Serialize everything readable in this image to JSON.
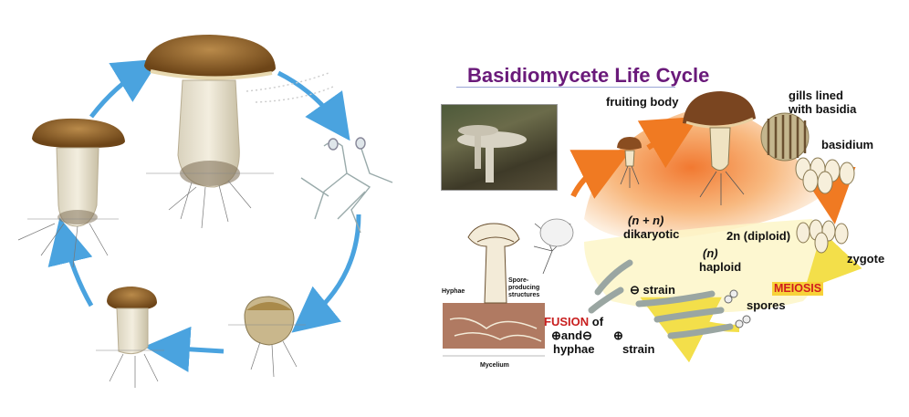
{
  "title": "Basidiomycete Life Cycle",
  "labels": {
    "fruiting_body": "fruiting body",
    "gills": "gills lined\nwith basidia",
    "basidium": "basidium",
    "dikaryotic_n": "(n + n)",
    "dikaryotic": "dikaryotic",
    "diploid": "2n (diploid)",
    "zygote": "zygote",
    "haploid_n": "(n)",
    "haploid": "haploid",
    "meiosis": "MEIOSIS",
    "spores": "spores",
    "minus_strain": "strain",
    "plus_strain": "strain",
    "fusion": "FUSION",
    "of": "of",
    "and": "and",
    "hyphae": "hyphae"
  },
  "inset": {
    "hyphae": "Hyphae",
    "spore_structures": "Spore-\nproducing\nstructures",
    "mycelium": "Mycelium"
  },
  "colors": {
    "title": "#6a1a7a",
    "cycle_arrow": "#4aa3df",
    "fusion": "#c81e1e",
    "meiosis_bg": "#f7d23a"
  }
}
